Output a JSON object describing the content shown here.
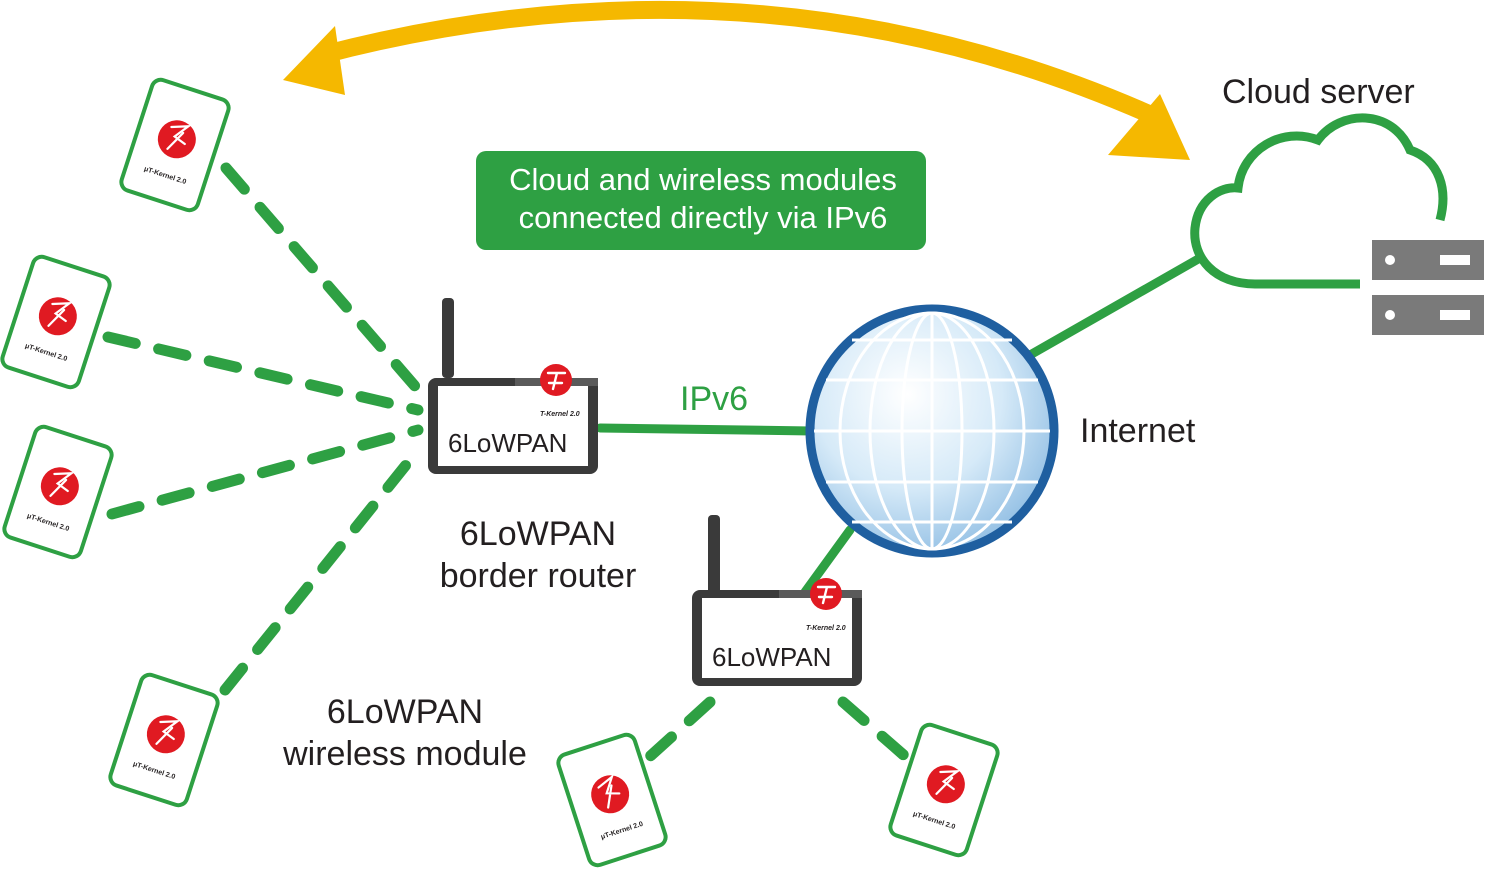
{
  "labels": {
    "cloud_server": "Cloud server",
    "callout_line1": "Cloud and wireless modules",
    "callout_line2": "connected directly via IPv6",
    "ipv6": "IPv6",
    "internet": "Internet",
    "border_router_line1": "6LoWPAN",
    "border_router_line2": "border router",
    "wireless_module_line1": "6LoWPAN",
    "wireless_module_line2": "wireless module"
  },
  "router_label": "6LoWPAN",
  "router_badge_text": "T-Kernel 2.0",
  "module_badge_text": "μT-Kernel 2.0",
  "colors": {
    "green": "#2ea043",
    "yellow_arrow": "#f5b800",
    "globe_ring": "#1f5fa0",
    "globe_fill": "#cfe6f7",
    "badge_red": "#e01a22",
    "device_dark": "#3a3a3a",
    "server_gray": "#7a7a7a"
  },
  "icons": {
    "cloud": "cloud-icon",
    "server": "server-icon",
    "globe": "globe-icon",
    "router": "router-icon",
    "module": "wireless-module-icon",
    "arrow": "double-headed-arrow"
  }
}
